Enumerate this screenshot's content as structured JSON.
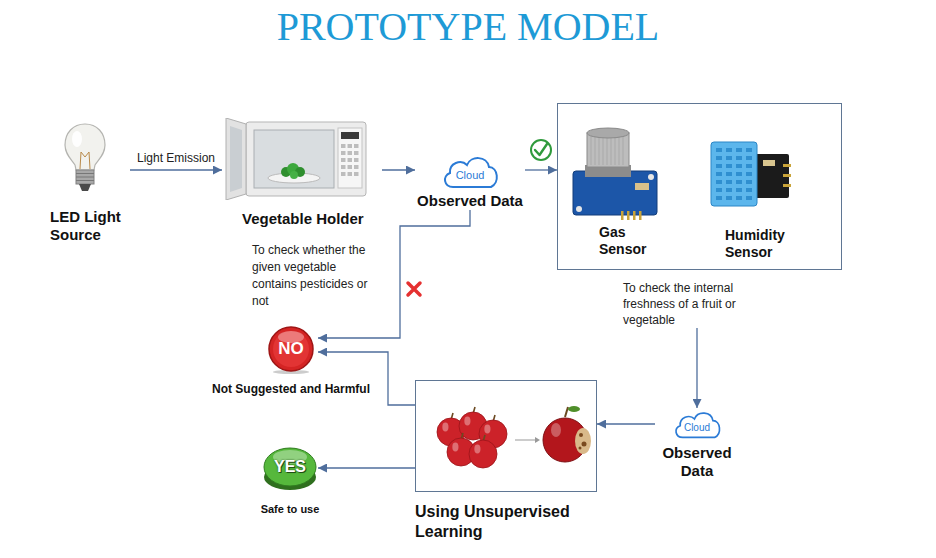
{
  "diagram": {
    "title": "PROTOTYPE MODEL",
    "nodes": [
      {
        "text": [
          "LED Light Source"
        ]
      },
      {
        "text": [
          "Vegetable Holder",
          "To check whether the given vegetable contains pesticides or not"
        ]
      },
      {
        "text": [
          "Cloud",
          "Observed Data"
        ]
      },
      {
        "text": [
          "To check the internal freshness of a fruit or vegetable"
        ]
      },
      {
        "text": [
          "Gas Sensor"
        ],
        "in": 3
      },
      {
        "text": [
          "Humidity Sensor"
        ],
        "in": 3
      },
      {
        "text": [
          "Cloud",
          "Observed Data"
        ]
      },
      {
        "text": [
          "Using Unsupervised Learning"
        ]
      },
      {
        "text": [
          "NO",
          "Not Suggested and Harmful"
        ]
      },
      {
        "text": [
          "YES",
          "Safe to use"
        ]
      }
    ],
    "edges": [
      {
        "from": 0,
        "to": 1,
        "arrow": "to",
        "label": "Light Emission"
      },
      {
        "from": 1,
        "to": 2,
        "arrow": "to"
      },
      {
        "from": 2,
        "to": 3,
        "arrow": "to"
      },
      {
        "from": 2,
        "to": 8,
        "arrow": "to"
      },
      {
        "from": 3,
        "to": 6,
        "arrow": "to"
      },
      {
        "from": 6,
        "to": 7,
        "arrow": "to"
      },
      {
        "from": 7,
        "to": 8,
        "arrow": "to"
      },
      {
        "from": 7,
        "to": 9,
        "arrow": "to"
      }
    ]
  }
}
